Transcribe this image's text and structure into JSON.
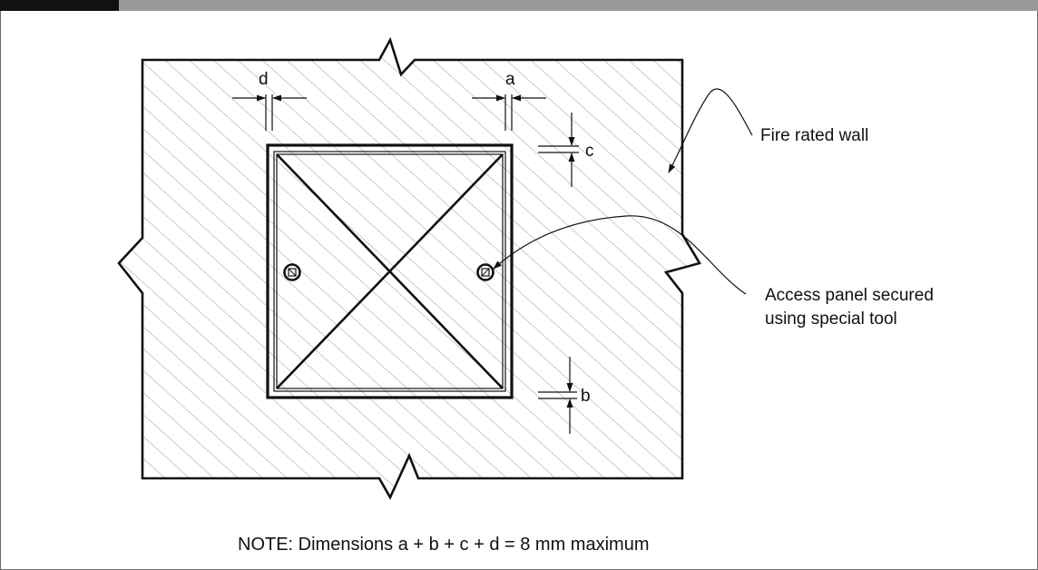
{
  "header": {
    "bar_color": "#9a9a9a",
    "tab_color": "#111111"
  },
  "labels": {
    "wall": "Fire rated wall",
    "panel_line1": "Access panel secured",
    "panel_line2": "using special tool"
  },
  "dimensions": {
    "a": "a",
    "b": "b",
    "c": "c",
    "d": "d"
  },
  "note": "NOTE: Dimensions a + b + c + d = 8 mm maximum"
}
